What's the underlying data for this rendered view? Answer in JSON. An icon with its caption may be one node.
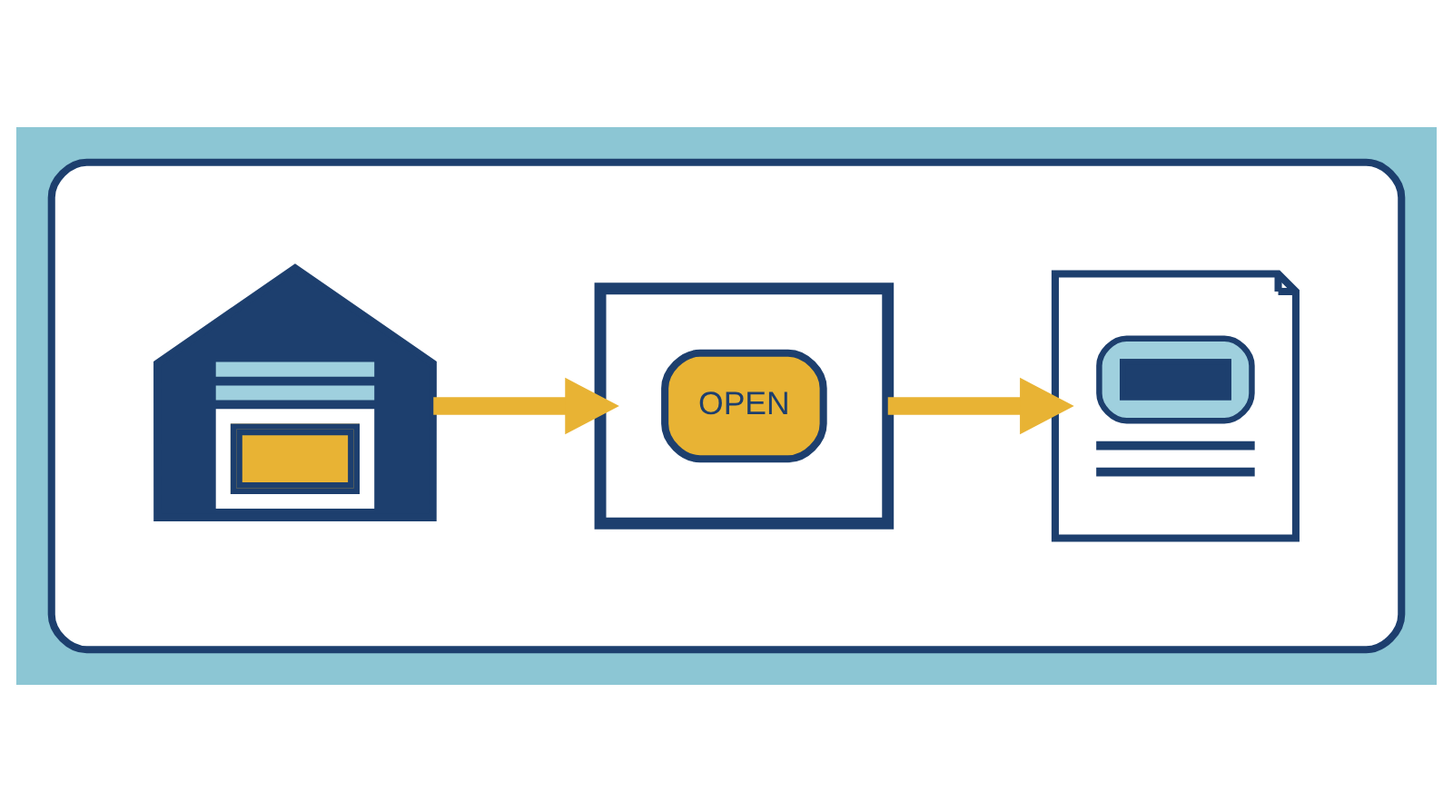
{
  "diagram": {
    "nodes": [
      {
        "text": [],
        "shape": "cloud"
      },
      {
        "text": [],
        "shape": "picture",
        "in": 0
      },
      {
        "text": [],
        "shape": "picture",
        "in": 0
      },
      {
        "text": [
          "OPEN"
        ],
        "in": 2
      },
      {
        "text": [],
        "shape": "picture",
        "in": 0
      }
    ],
    "edges": [
      {
        "from": 1,
        "to": 2,
        "arrow": "to"
      },
      {
        "from": 2,
        "to": 4,
        "arrow": "to"
      }
    ]
  }
}
